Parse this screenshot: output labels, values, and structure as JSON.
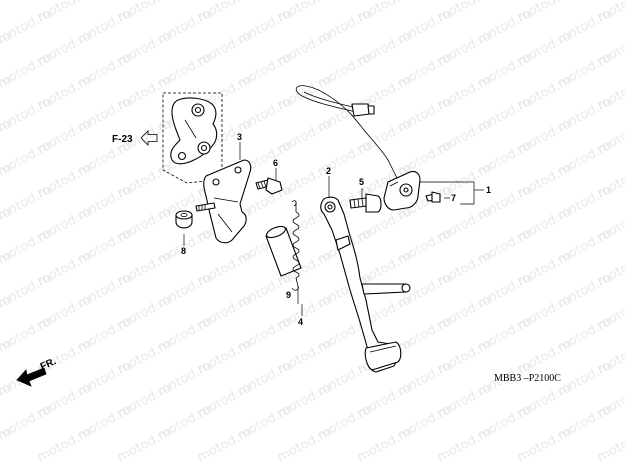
{
  "watermark": "motod.ru",
  "ref_label": "F-23",
  "front_label": "FR.",
  "diagram_code": "MBB3 –P2100C",
  "callouts": {
    "c1": "1",
    "c2": "2",
    "c3": "3",
    "c4": "4",
    "c5": "5",
    "c6": "6",
    "c7": "7",
    "c8": "8",
    "c9": "9"
  },
  "parts": {
    "p1": "side-stand-switch",
    "p2": "side-stand",
    "p3": "side-stand-bracket",
    "p4": "side-stand-spring-set",
    "p5": "pivot-bolt",
    "p6": "bolt",
    "p7": "screw",
    "p8": "nut",
    "p9": "inner-spring"
  }
}
